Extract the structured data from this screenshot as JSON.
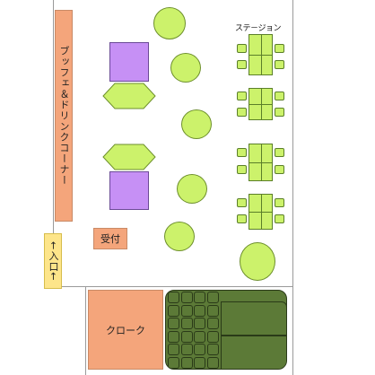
{
  "labels": {
    "buffet": "ブッフェ＆ドリンクコーナー",
    "entrance": "←入口←",
    "reception": "受付",
    "cloak": "クローク",
    "stage": "ステ－ジョン"
  },
  "colors": {
    "round_table": "#ccf26b",
    "square_table": "#c690f5",
    "buffet": "#f4a57b",
    "entrance": "#fde58a",
    "seating": "#5c7a37"
  }
}
